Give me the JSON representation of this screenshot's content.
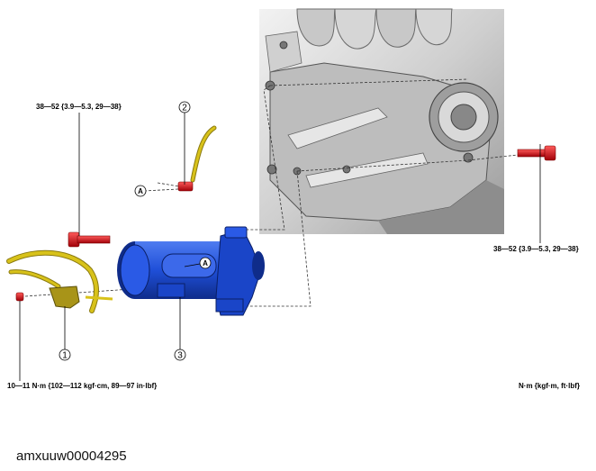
{
  "torque": {
    "bolt_left": "38—52 {3.9—5.3, 29—38}",
    "bolt_right": "38—52 {3.9—5.3, 29—38}",
    "nut_terminal": "10—11 N·m {102—112 kgf·cm, 89—97 in·lbf}",
    "units": "N·m {kgf·m, ft·lbf}"
  },
  "callouts": {
    "part1": "1",
    "part2": "2",
    "part3": "3",
    "ref_a_starter": "A",
    "ref_a_harness": "A"
  },
  "caption": "amxuuw00004295",
  "colors": {
    "starter": "#1f4fd8",
    "starter_dark": "#0f2c8a",
    "bolt": "#e0101a",
    "harness": "#d8c21a",
    "harness_dark": "#8a7a10",
    "engine_light": "#e4e4e4",
    "engine_dark": "#7a7a7a"
  }
}
